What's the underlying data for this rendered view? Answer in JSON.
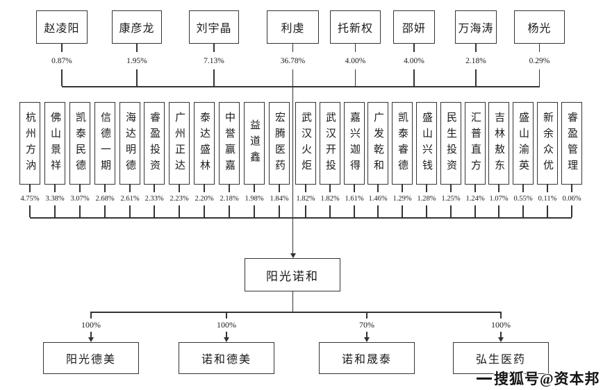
{
  "top_shareholders": [
    {
      "name": "赵凌阳",
      "pct": "0.87%"
    },
    {
      "name": "康彦龙",
      "pct": "1.95%"
    },
    {
      "name": "刘宇晶",
      "pct": "7.13%"
    },
    {
      "name": "利虔",
      "pct": "36.78%"
    },
    {
      "name": "托新权",
      "pct": "4.00%"
    },
    {
      "name": "邵妍",
      "pct": "4.00%"
    },
    {
      "name": "万海涛",
      "pct": "2.18%"
    },
    {
      "name": "杨光",
      "pct": "0.29%"
    }
  ],
  "institutional_shareholders": [
    {
      "name": "杭州方汭",
      "pct": "4.75%"
    },
    {
      "name": "佛山景祥",
      "pct": "3.38%"
    },
    {
      "name": "凯泰民德",
      "pct": "3.07%"
    },
    {
      "name": "信德一期",
      "pct": "2.68%"
    },
    {
      "name": "海达明德",
      "pct": "2.61%"
    },
    {
      "name": "睿盈投资",
      "pct": "2.33%"
    },
    {
      "name": "广州正达",
      "pct": "2.23%"
    },
    {
      "name": "泰达盛林",
      "pct": "2.20%"
    },
    {
      "name": "中誉赢嘉",
      "pct": "2.18%"
    },
    {
      "name": "益道鑫",
      "pct": "1.98%"
    },
    {
      "name": "宏腾医药",
      "pct": "1.84%"
    },
    {
      "name": "武汉火炬",
      "pct": "1.82%"
    },
    {
      "name": "武汉开投",
      "pct": "1.82%"
    },
    {
      "name": "嘉兴迦得",
      "pct": "1.61%"
    },
    {
      "name": "广发乾和",
      "pct": "1.46%"
    },
    {
      "name": "凯泰睿德",
      "pct": "1.29%"
    },
    {
      "name": "盛山兴钱",
      "pct": "1.28%"
    },
    {
      "name": "民生投资",
      "pct": "1.25%"
    },
    {
      "name": "汇普直方",
      "pct": "1.24%"
    },
    {
      "name": "吉林敖东",
      "pct": "1.07%"
    },
    {
      "name": "盛山渝英",
      "pct": "0.55%"
    },
    {
      "name": "新余众优",
      "pct": "0.11%"
    },
    {
      "name": "睿盈管理",
      "pct": "0.06%"
    }
  ],
  "company": {
    "name": "阳光诺和"
  },
  "subsidiaries": [
    {
      "name": "阳光德美",
      "pct": "100%"
    },
    {
      "name": "诺和德美",
      "pct": "100%"
    },
    {
      "name": "诺和晟泰",
      "pct": "70%"
    },
    {
      "name": "弘生医药",
      "pct": "100%"
    }
  ],
  "watermark": {
    "text": "搜狐号@资本邦"
  },
  "colors": {
    "line": "#333333",
    "background": "#ffffff",
    "watermark": "#141414"
  }
}
